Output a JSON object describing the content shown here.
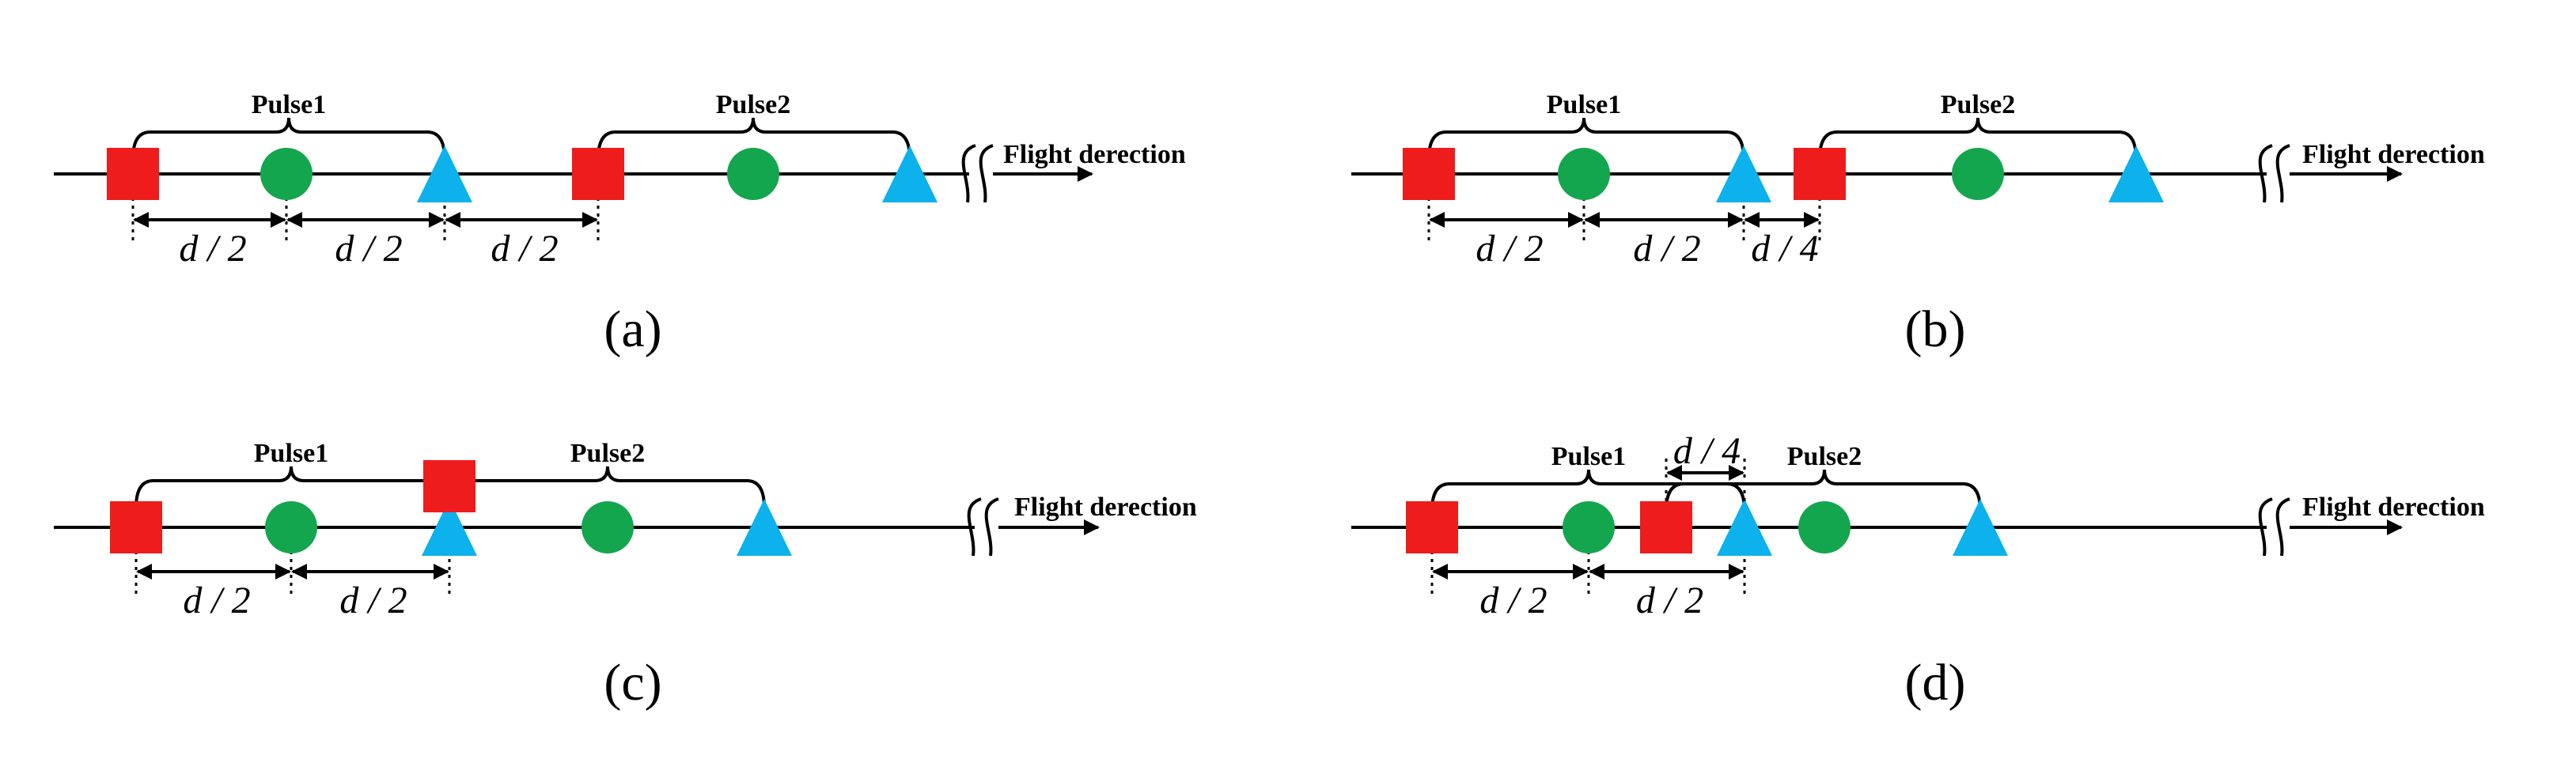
{
  "figure": {
    "colors": {
      "square": "#ee1c1c",
      "circle": "#14a64e",
      "triangle": "#0db1eb",
      "line": "#000000"
    },
    "icons": [
      "square-marker-icon",
      "circle-marker-icon",
      "triangle-marker-icon",
      "break-mark-icon",
      "arrow-icon"
    ],
    "panels": [
      {
        "id": "a",
        "caption": "(a)",
        "direction_label": "Flight derection",
        "pulses": [
          {
            "label": "Pulse1"
          },
          {
            "label": "Pulse2"
          }
        ],
        "spacing_labels": [
          "d / 2",
          "d / 2",
          "d / 2"
        ]
      },
      {
        "id": "b",
        "caption": "(b)",
        "direction_label": "Flight derection",
        "pulses": [
          {
            "label": "Pulse1"
          },
          {
            "label": "Pulse2"
          }
        ],
        "spacing_labels": [
          "d / 2",
          "d / 2",
          "d / 4"
        ]
      },
      {
        "id": "c",
        "caption": "(c)",
        "direction_label": "Flight derection",
        "pulses": [
          {
            "label": "Pulse1"
          },
          {
            "label": "Pulse2"
          }
        ],
        "spacing_labels": [
          "d / 2",
          "d / 2"
        ]
      },
      {
        "id": "d",
        "caption": "(d)",
        "direction_label": "Flight derection",
        "pulses": [
          {
            "label": "Pulse1"
          },
          {
            "label": "Pulse2"
          }
        ],
        "spacing_labels": [
          "d / 2",
          "d / 2",
          "d / 4"
        ]
      }
    ]
  }
}
